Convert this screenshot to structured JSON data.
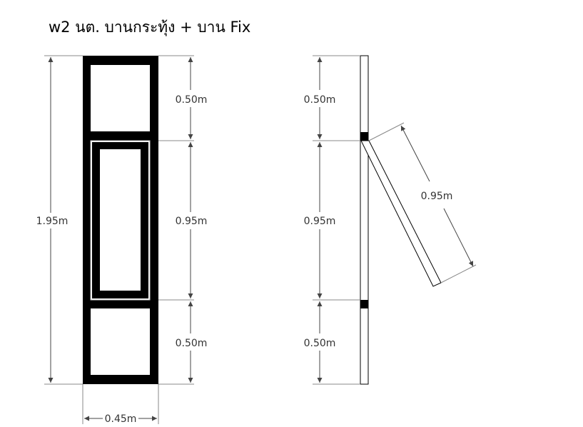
{
  "title": "w2 นต. บานกระทุ้ง + บาน Fix",
  "dimensions": {
    "total_height": "1.95m",
    "width": "0.45m",
    "front_top": "0.50m",
    "front_middle": "0.95m",
    "front_bottom": "0.50m",
    "side_top": "0.50m",
    "side_middle": "0.95m",
    "side_bottom": "0.50m",
    "sash_length": "0.95m"
  },
  "colors": {
    "frame": "#000000",
    "dimension_line": "#444444",
    "sash_outline": "#c8c8c8"
  }
}
